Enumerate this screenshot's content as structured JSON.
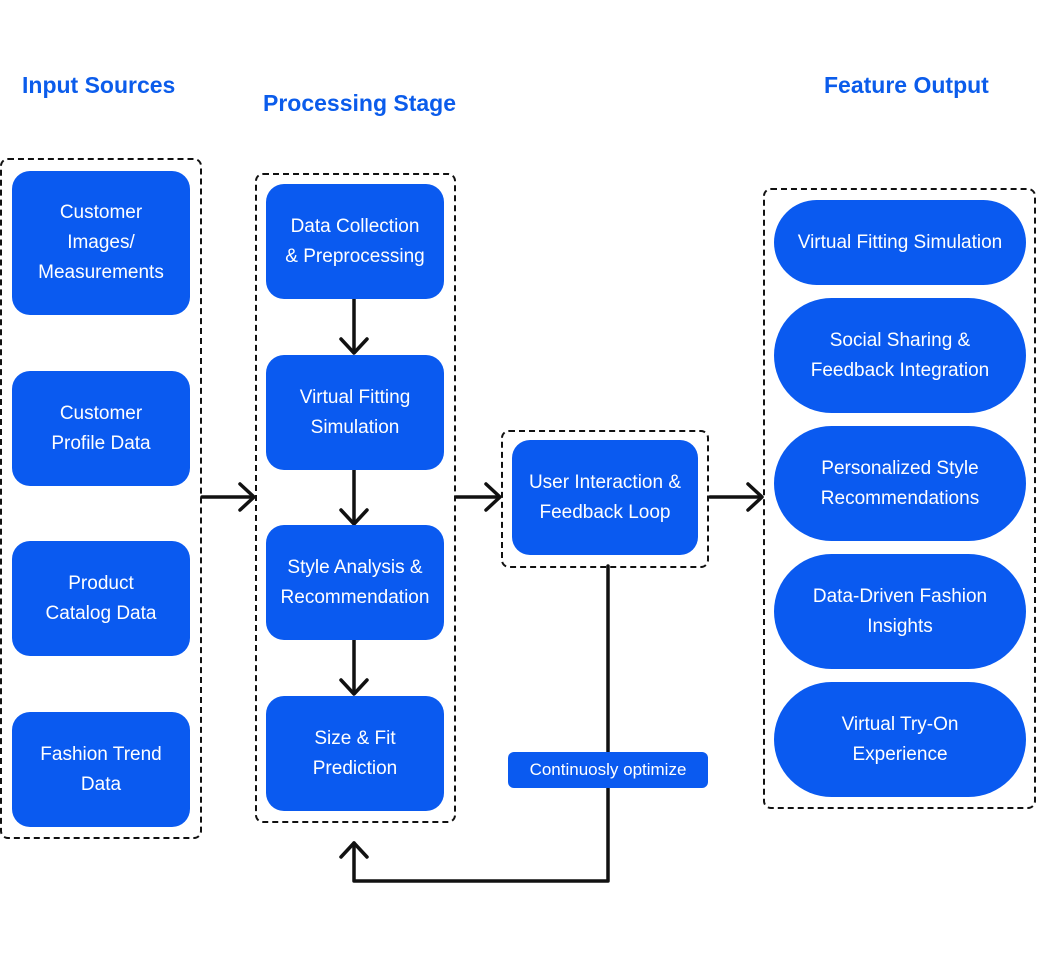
{
  "headings": {
    "input": "Input Sources",
    "processing": "Processing Stage",
    "output": "Feature Output"
  },
  "inputs": [
    "Customer\nImages/\nMeasurements",
    "Customer\nProfile Data",
    "Product\nCatalog Data",
    "Fashion Trend\nData"
  ],
  "processing": [
    "Data Collection\n& Preprocessing",
    "Virtual Fitting\nSimulation",
    "Style Analysis &\nRecommendation",
    "Size & Fit\nPrediction"
  ],
  "interaction": "User Interaction &\nFeedback Loop",
  "loop_label": "Continuosly optimize",
  "outputs": [
    "Virtual Fitting Simulation",
    "Social Sharing &\nFeedback Integration",
    "Personalized Style\nRecommendations",
    "Data-Driven Fashion\nInsights",
    "Virtual Try-On\nExperience"
  ],
  "colors": {
    "heading": "#0B5CEB",
    "node": "#0A5AF0",
    "line": "#111111"
  }
}
